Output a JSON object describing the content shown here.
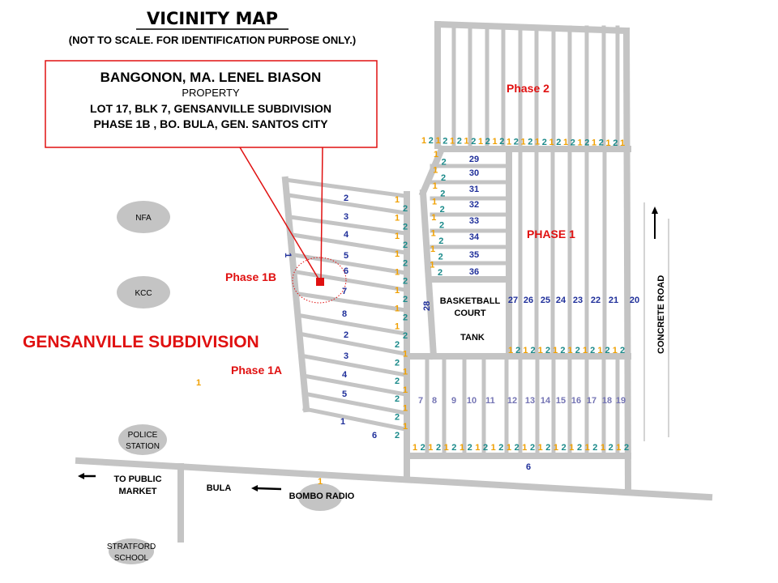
{
  "header": {
    "title": "VICINITY MAP",
    "subtitle": "(NOT TO SCALE. FOR IDENTIFICATION PURPOSE ONLY.)"
  },
  "callout": {
    "owner": "BANGONON, MA. LENEL BIASON",
    "type": "PROPERTY",
    "line1": "LOT 17, BLK 7, GENSANVILLE SUBDIVISION",
    "line2": "PHASE 1B , BO. BULA,  GEN. SANTOS CITY"
  },
  "areas": {
    "phase2": "Phase 2",
    "phase1": "PHASE 1",
    "phase1b": "Phase 1B",
    "phase1a": "Phase 1A",
    "subdivision": "GENSANVILLE SUBDIVISION"
  },
  "landmarks": {
    "nfa": "NFA",
    "kcc": "KCC",
    "police_1": "POLICE",
    "police_2": "STATION",
    "school_1": "STRATFORD",
    "school_2": "SCHOOL",
    "bombo": "BOMBO RADIO",
    "bula": "BULA",
    "market_1": "TO PUBLIC",
    "market_2": "MARKET",
    "concrete_road": "CONCRETE ROAD",
    "basketball_1": "BASKETBALL",
    "basketball_2": "COURT",
    "tank": "TANK",
    "bombo_mark": "1",
    "stray_mark": "1",
    "side_mark": "1"
  },
  "lots": {
    "phase1b_1a": [
      "2",
      "3",
      "4",
      "5",
      "6",
      "7",
      "8",
      "2",
      "3",
      "4",
      "5",
      "1",
      "6"
    ],
    "phase1_left": [
      "29",
      "30",
      "31",
      "32",
      "33",
      "34",
      "35",
      "36"
    ],
    "lot28": "28",
    "phase1_right": [
      "27",
      "26",
      "25",
      "24",
      "23",
      "22",
      "21",
      "20"
    ],
    "bottom": [
      "7",
      "8",
      "9",
      "10",
      "11",
      "12",
      "13",
      "14",
      "15",
      "16",
      "17",
      "18",
      "19"
    ],
    "bottom_6": "6"
  },
  "corner_marks": {
    "phase2_row": [
      "1",
      "2",
      "1",
      "2",
      "1",
      "2",
      "1",
      "2",
      "1",
      "2",
      "1",
      "2",
      "1",
      "2",
      "1",
      "2",
      "1",
      "2",
      "1",
      "2",
      "1",
      "2",
      "1",
      "2",
      "1",
      "2",
      "1",
      "2",
      "1"
    ],
    "phase1_column": [
      "1",
      "2",
      "1",
      "2",
      "1",
      "2",
      "1",
      "2",
      "1",
      "2",
      "1",
      "2",
      "1",
      "2",
      "1",
      "2"
    ],
    "phase1b_column": [
      "1",
      "2",
      "1",
      "2",
      "1",
      "2",
      "1",
      "2",
      "1",
      "2",
      "1",
      "2",
      "1",
      "2",
      "1",
      "2",
      "2",
      "1",
      "2",
      "1",
      "2",
      "1",
      "2",
      "1",
      "2",
      "1",
      "2"
    ],
    "tank_row": [
      "1",
      "2",
      "1",
      "2",
      "1",
      "2",
      "1",
      "2",
      "1",
      "2",
      "1",
      "2",
      "1",
      "2",
      "1",
      "2"
    ],
    "bottom_row": [
      "1",
      "2",
      "1",
      "2",
      "1",
      "2",
      "1",
      "2",
      "1",
      "2",
      "1",
      "2",
      "1",
      "2",
      "1",
      "2",
      "1",
      "2",
      "1",
      "2",
      "1",
      "2",
      "1",
      "2",
      "1",
      "2",
      "1",
      "2"
    ]
  },
  "colors": {
    "road": "#c4c4c4",
    "accent_red": "#e01010",
    "mark_1": "#f0a000",
    "mark_2": "#1a8a8a",
    "lot_blue": "#1f2f9a"
  }
}
